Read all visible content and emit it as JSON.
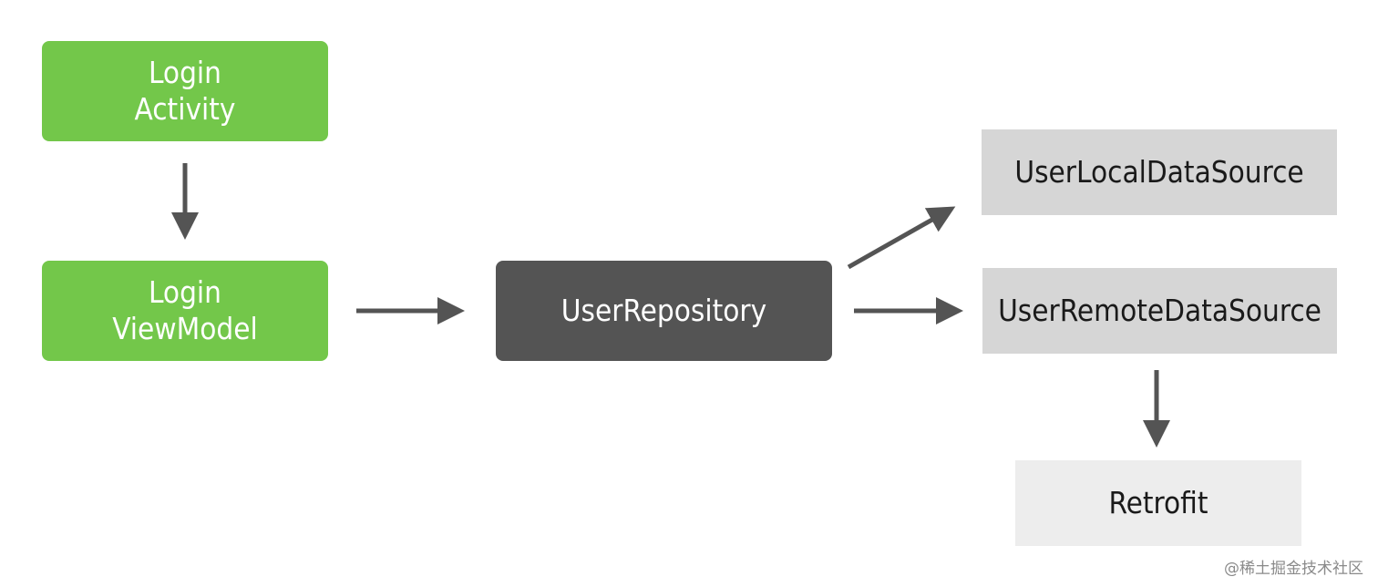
{
  "nodes": {
    "login_activity": [
      "Login",
      "Activity"
    ],
    "login_viewmodel": [
      "Login",
      "ViewModel"
    ],
    "user_repository": "UserRepository",
    "user_local_data_source": "UserLocalDataSource",
    "user_remote_data_source": "UserRemoteDataSource",
    "retrofit": "Retrofit"
  },
  "edges": [
    {
      "from": "Login Activity",
      "to": "Login ViewModel"
    },
    {
      "from": "Login ViewModel",
      "to": "UserRepository"
    },
    {
      "from": "UserRepository",
      "to": "UserLocalDataSource"
    },
    {
      "from": "UserRepository",
      "to": "UserRemoteDataSource"
    },
    {
      "from": "UserRemoteDataSource",
      "to": "Retrofit"
    }
  ],
  "colors": {
    "green_node": "#73c74a",
    "dark_node": "#545454",
    "gray_node": "#d6d6d6",
    "light_node": "#ececec",
    "arrow": "#545454"
  },
  "watermark": "@稀土掘金技术社区"
}
